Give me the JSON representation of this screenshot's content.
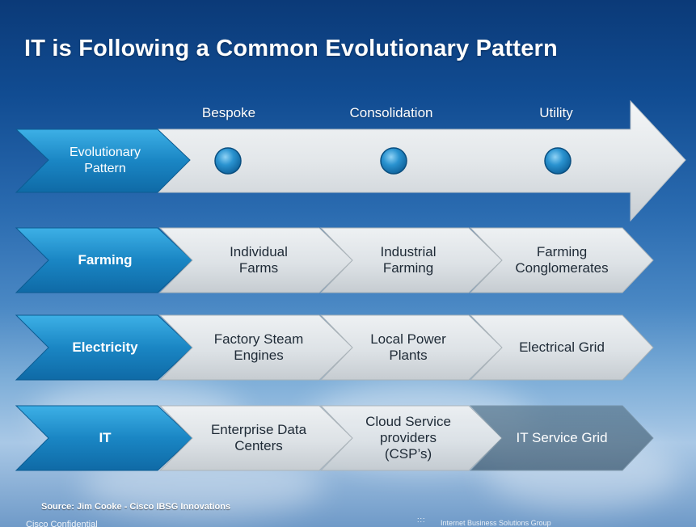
{
  "title": "IT is Following a Common Evolutionary Pattern",
  "stages": [
    "Bespoke",
    "Consolidation",
    "Utility"
  ],
  "evolution_label": "Evolutionary\nPattern",
  "rows": [
    {
      "label": "Farming",
      "cells": [
        "Individual\nFarms",
        "Industrial\nFarming",
        "Farming\nConglomerates"
      ]
    },
    {
      "label": "Electricity",
      "cells": [
        "Factory Steam\nEngines",
        "Local Power\nPlants",
        "Electrical Grid"
      ]
    },
    {
      "label": "IT",
      "cells": [
        "Enterprise Data\nCenters",
        "Cloud Service\nproviders\n(CSP’s)",
        "IT Service Grid"
      ]
    }
  ],
  "source": "Source: Jim Cooke - Cisco IBSG Innovations",
  "footer": {
    "left": "Cisco Confidential",
    "dots": ":::",
    "right": "Internet Business Solutions Group"
  },
  "colors": {
    "label_blue": "#1a86c4",
    "cell_grey": "#dfe3e6",
    "dot_blue": "#1b7fc2"
  }
}
